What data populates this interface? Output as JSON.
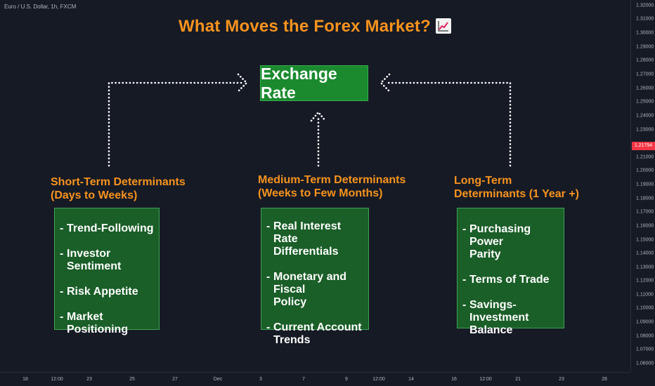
{
  "chart_header": {
    "symbol": "Euro / U.S. Dollar, 1h, FXCM"
  },
  "price_axis": {
    "ticks": [
      "1.32000",
      "1.31000",
      "1.30000",
      "1.29000",
      "1.28000",
      "1.27000",
      "1.26000",
      "1.25000",
      "1.24000",
      "1.23000",
      "1.21000",
      "1.20000",
      "1.19000",
      "1.18000",
      "1.17000",
      "1.16000",
      "1.15000",
      "1.14000",
      "1.13000",
      "1.12000",
      "1.11000",
      "1.10000",
      "1.09000",
      "1.08000",
      "1.07000",
      "1.06000"
    ],
    "current_price": "1.21794",
    "current_color": "#f23645"
  },
  "time_axis": {
    "ticks": [
      "18",
      "12:00",
      "23",
      "25",
      "27",
      "Dec",
      "3",
      "7",
      "9",
      "12:00",
      "14",
      "16",
      "12:00",
      "21",
      "23",
      "28"
    ]
  },
  "diagram": {
    "title": "What Moves the Forex Market?",
    "title_icon": "chart-increasing-icon",
    "title_color": "#f7931e",
    "center_node": "Exchange Rate",
    "center_color": "#1b8a2f",
    "columns": [
      {
        "heading_lines": [
          "Short-Term Determinants",
          "(Days to Weeks)"
        ],
        "items": [
          [
            "Trend-Following"
          ],
          [
            "Investor Sentiment"
          ],
          [
            "Risk Appetite"
          ],
          [
            "Market Positioning"
          ]
        ]
      },
      {
        "heading_lines": [
          "Medium-Term Determinants",
          "(Weeks to Few Months)"
        ],
        "items": [
          [
            "Real Interest Rate",
            "Differentials"
          ],
          [
            "Monetary and Fiscal",
            "Policy"
          ],
          [
            "Current Account",
            "Trends"
          ]
        ]
      },
      {
        "heading_lines": [
          "Long-Term",
          "Determinants (1 Year +)"
        ],
        "items": [
          [
            "Purchasing Power",
            "Parity"
          ],
          [
            "Terms of Trade"
          ],
          [
            "Savings-Investment",
            "Balance"
          ]
        ]
      }
    ]
  }
}
